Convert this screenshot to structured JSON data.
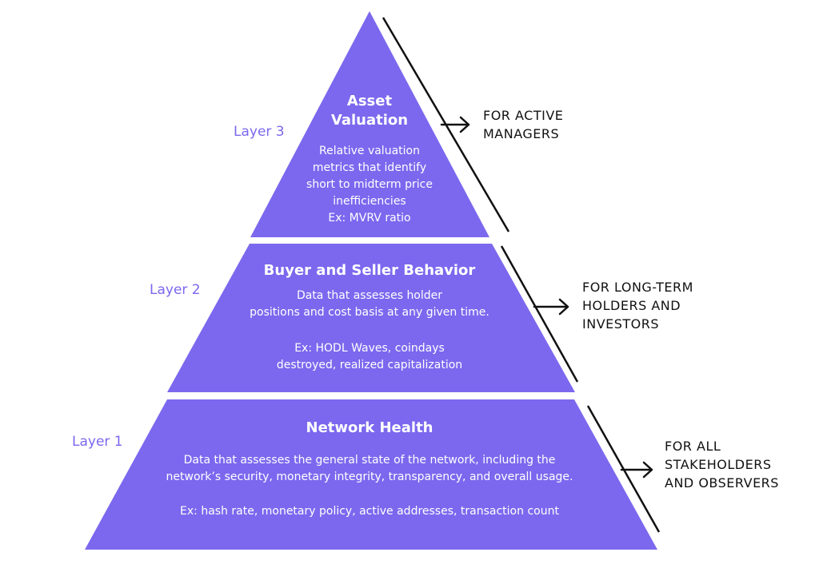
{
  "colors": {
    "pyramid": "#7b68ee",
    "layer_label": "#7b68ee",
    "text_on_pyramid": "#ffffff",
    "audience_text": "#111111"
  },
  "layers": [
    {
      "label": "Layer 3",
      "title": [
        "Asset",
        "Valuation"
      ],
      "description": [
        "Relative valuation",
        "metrics that identify",
        "short to midterm price",
        "inefficiencies",
        "Ex: MVRV ratio"
      ],
      "audience": [
        "FOR ACTIVE",
        "MANAGERS"
      ]
    },
    {
      "label": "Layer 2",
      "title": [
        "Buyer and Seller Behavior"
      ],
      "description": [
        "Data that assesses holder",
        "positions and cost basis at any given time.",
        "",
        "Ex: HODL Waves, coindays",
        "destroyed, realized capitalization"
      ],
      "audience": [
        "FOR LONG-TERM",
        "HOLDERS AND",
        "INVESTORS"
      ]
    },
    {
      "label": "Layer 1",
      "title": [
        "Network Health"
      ],
      "description": [
        "Data that assesses the general state of the network, including the",
        "network’s security, monetary integrity, transparency, and overall usage.",
        "",
        "Ex: hash rate, monetary policy, active addresses, transaction count"
      ],
      "audience": [
        "FOR ALL",
        "STAKEHOLDERS",
        "AND OBSERVERS"
      ]
    }
  ]
}
